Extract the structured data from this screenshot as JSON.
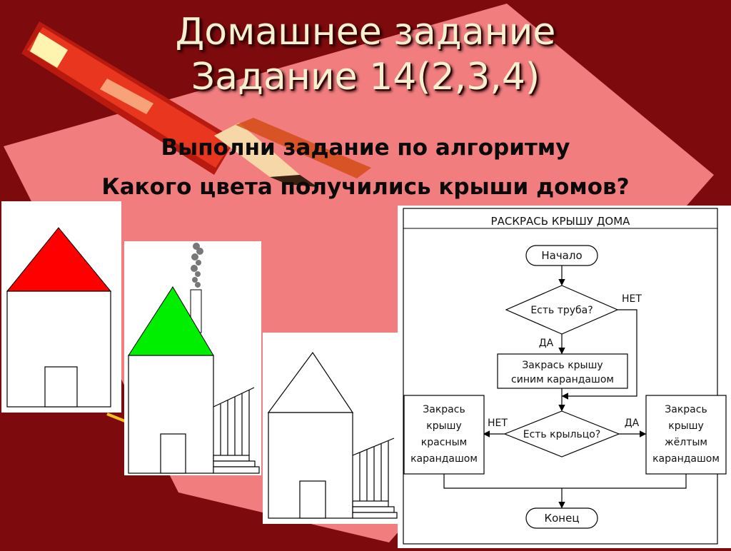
{
  "slide": {
    "title_line1": "Домашнее задание",
    "title_line2": "Задание 14(2,3,4)",
    "subtitle_line1": "Выполни задание по алгоритму",
    "subtitle_line2": "Какого цвета получились крыши домов?"
  },
  "colors": {
    "background": "#7d0a0c",
    "pink_panel": "#f27d7f",
    "title_text": "#f5f0d0",
    "roof_red": "#ff0000",
    "roof_green": "#00ee00",
    "pencil_body": "#e8361f",
    "pencil_tip": "#f6d8a8"
  },
  "houses": [
    {
      "id": "house-1",
      "roof": "red",
      "chimney": false,
      "porch": false
    },
    {
      "id": "house-2",
      "roof": "green",
      "chimney": true,
      "porch": true
    },
    {
      "id": "house-3",
      "roof": "uncolored",
      "chimney": false,
      "porch": true
    }
  ],
  "flowchart": {
    "header": "РАСКРАСЬ КРЫШУ ДОМА",
    "start": "Начало",
    "q1": "Есть труба?",
    "q1_no": "НЕТ",
    "q1_yes": "ДА",
    "action_blue_l1": "Закрась крышу",
    "action_blue_l2": "синим карандашом",
    "q2": "Есть крыльцо?",
    "q2_no": "НЕТ",
    "q2_yes": "ДА",
    "red_l1": "Закрась",
    "red_l2": "крышу",
    "red_l3": "красным",
    "red_l4": "карандашом",
    "yellow_l1": "Закрась",
    "yellow_l2": "крышу",
    "yellow_l3": "жёлтым",
    "yellow_l4": "карандашом",
    "end": "Конец"
  }
}
